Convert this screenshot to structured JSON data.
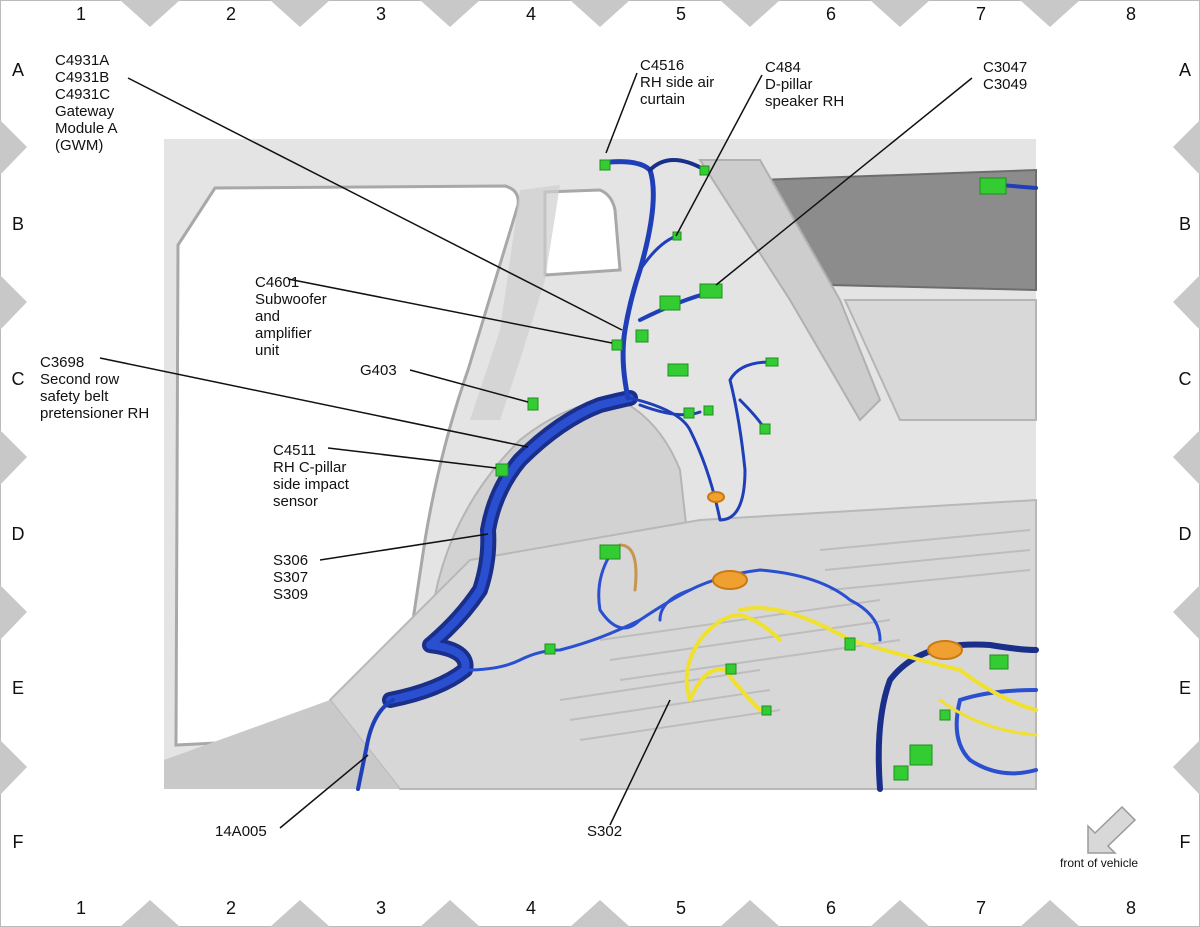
{
  "grid": {
    "columns": [
      "1",
      "2",
      "3",
      "4",
      "5",
      "6",
      "7",
      "8"
    ],
    "rows": [
      "A",
      "B",
      "C",
      "D",
      "E",
      "F"
    ]
  },
  "callouts": {
    "gwm": "C4931A\nC4931B\nC4931C\nGateway\nModule A\n(GWM)",
    "c4516": "C4516\nRH side air\ncurtain",
    "c484": "C484\nD-pillar\nspeaker RH",
    "c3047": "C3047\nC3049",
    "c4601": "C4601\nSubwoofer\nand\namplifier\nunit",
    "g403": "G403",
    "c3698": "C3698\nSecond row\nsafety belt\npretensioner RH",
    "c4511": "C4511\nRH C-pillar\nside impact\nsensor",
    "splices": "S306\nS307\nS309",
    "harness": "14A005",
    "s302": "S302"
  },
  "orientation": {
    "label": "front of vehicle"
  },
  "colors": {
    "harness_blue": "#1f3fb8",
    "harness_dark": "#1a2f8a",
    "connector_green": "#33cc33",
    "wire_yellow": "#f0e030",
    "grommet_orange": "#f0a030",
    "body_gray": "#dcdcdc",
    "tick_gray": "#c8c8c8"
  }
}
